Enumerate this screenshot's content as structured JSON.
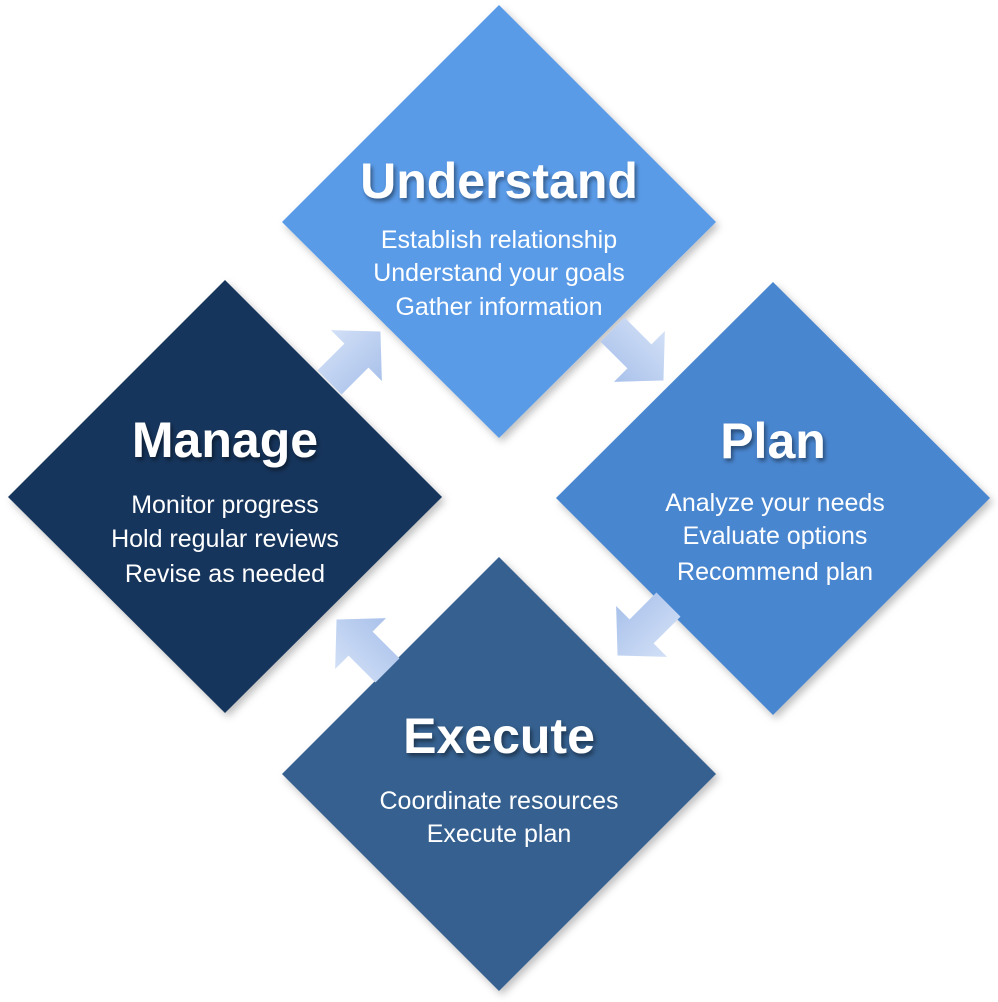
{
  "stages": [
    {
      "key": "understand",
      "title": "Understand",
      "lines": [
        "Establish relationship",
        "Understand your goals",
        "Gather information"
      ],
      "color": "#5a9be8"
    },
    {
      "key": "plan",
      "title": "Plan",
      "lines": [
        "Analyze your needs",
        "Evaluate options",
        "Recommend plan"
      ],
      "color": "#4a86d0"
    },
    {
      "key": "execute",
      "title": "Execute",
      "lines": [
        "Coordinate resources",
        "Execute plan"
      ],
      "color": "#36608f"
    },
    {
      "key": "manage",
      "title": "Manage",
      "lines": [
        "Monitor progress",
        "Hold regular reviews",
        "Revise as needed"
      ],
      "color": "#19365c"
    }
  ],
  "arrow_color": "#b9cdf0"
}
